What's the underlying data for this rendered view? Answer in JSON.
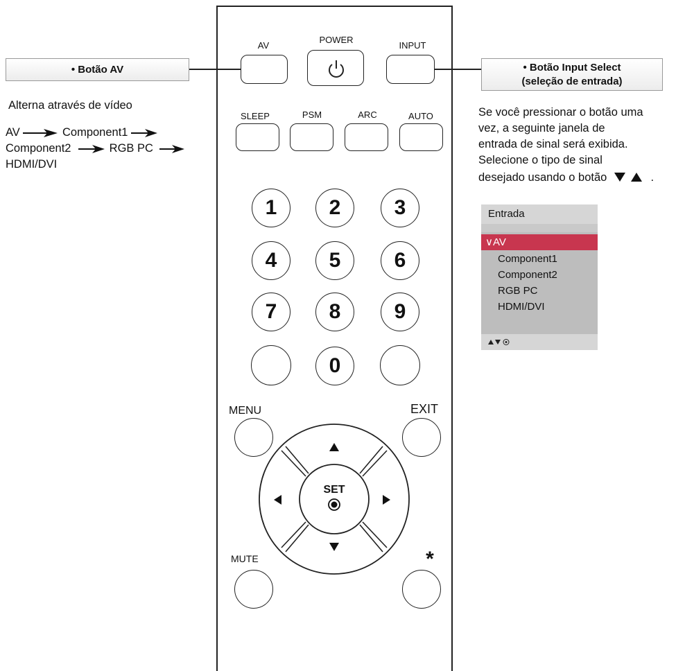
{
  "remote": {
    "top_row": {
      "av": "AV",
      "power": "POWER",
      "input": "INPUT"
    },
    "second_row": {
      "sleep": "SLEEP",
      "psm": "PSM",
      "arc": "ARC",
      "auto": "AUTO"
    },
    "numbers": [
      "1",
      "2",
      "3",
      "4",
      "5",
      "6",
      "7",
      "8",
      "9",
      "0"
    ],
    "menu": "MENU",
    "exit": "EXIT",
    "mute": "MUTE",
    "set": "SET",
    "star": "*"
  },
  "left": {
    "title": "• Botão AV",
    "description": "Alterna através de vídeo",
    "sequence": {
      "line1a": "AV",
      "line1b": "Component1",
      "line2a": "Component2",
      "line2b": "RGB PC",
      "line3": "HDMI/DVI"
    }
  },
  "right": {
    "title_line1": "• Botão Input Select",
    "title_line2": "(seleção de entrada)",
    "description": [
      "Se você pressionar o botão uma",
      "vez, a seguinte janela de",
      "entrada de sinal será exibida.",
      "Selecione o tipo de sinal",
      "desejado usando o botão"
    ],
    "description_end": "."
  },
  "osd": {
    "title": "Entrada",
    "selected_mark": "∨",
    "items": [
      "AV",
      "Component1",
      "Component2",
      "RGB PC",
      "HDMI/DVI"
    ],
    "highlight_color": "#c8364f"
  }
}
